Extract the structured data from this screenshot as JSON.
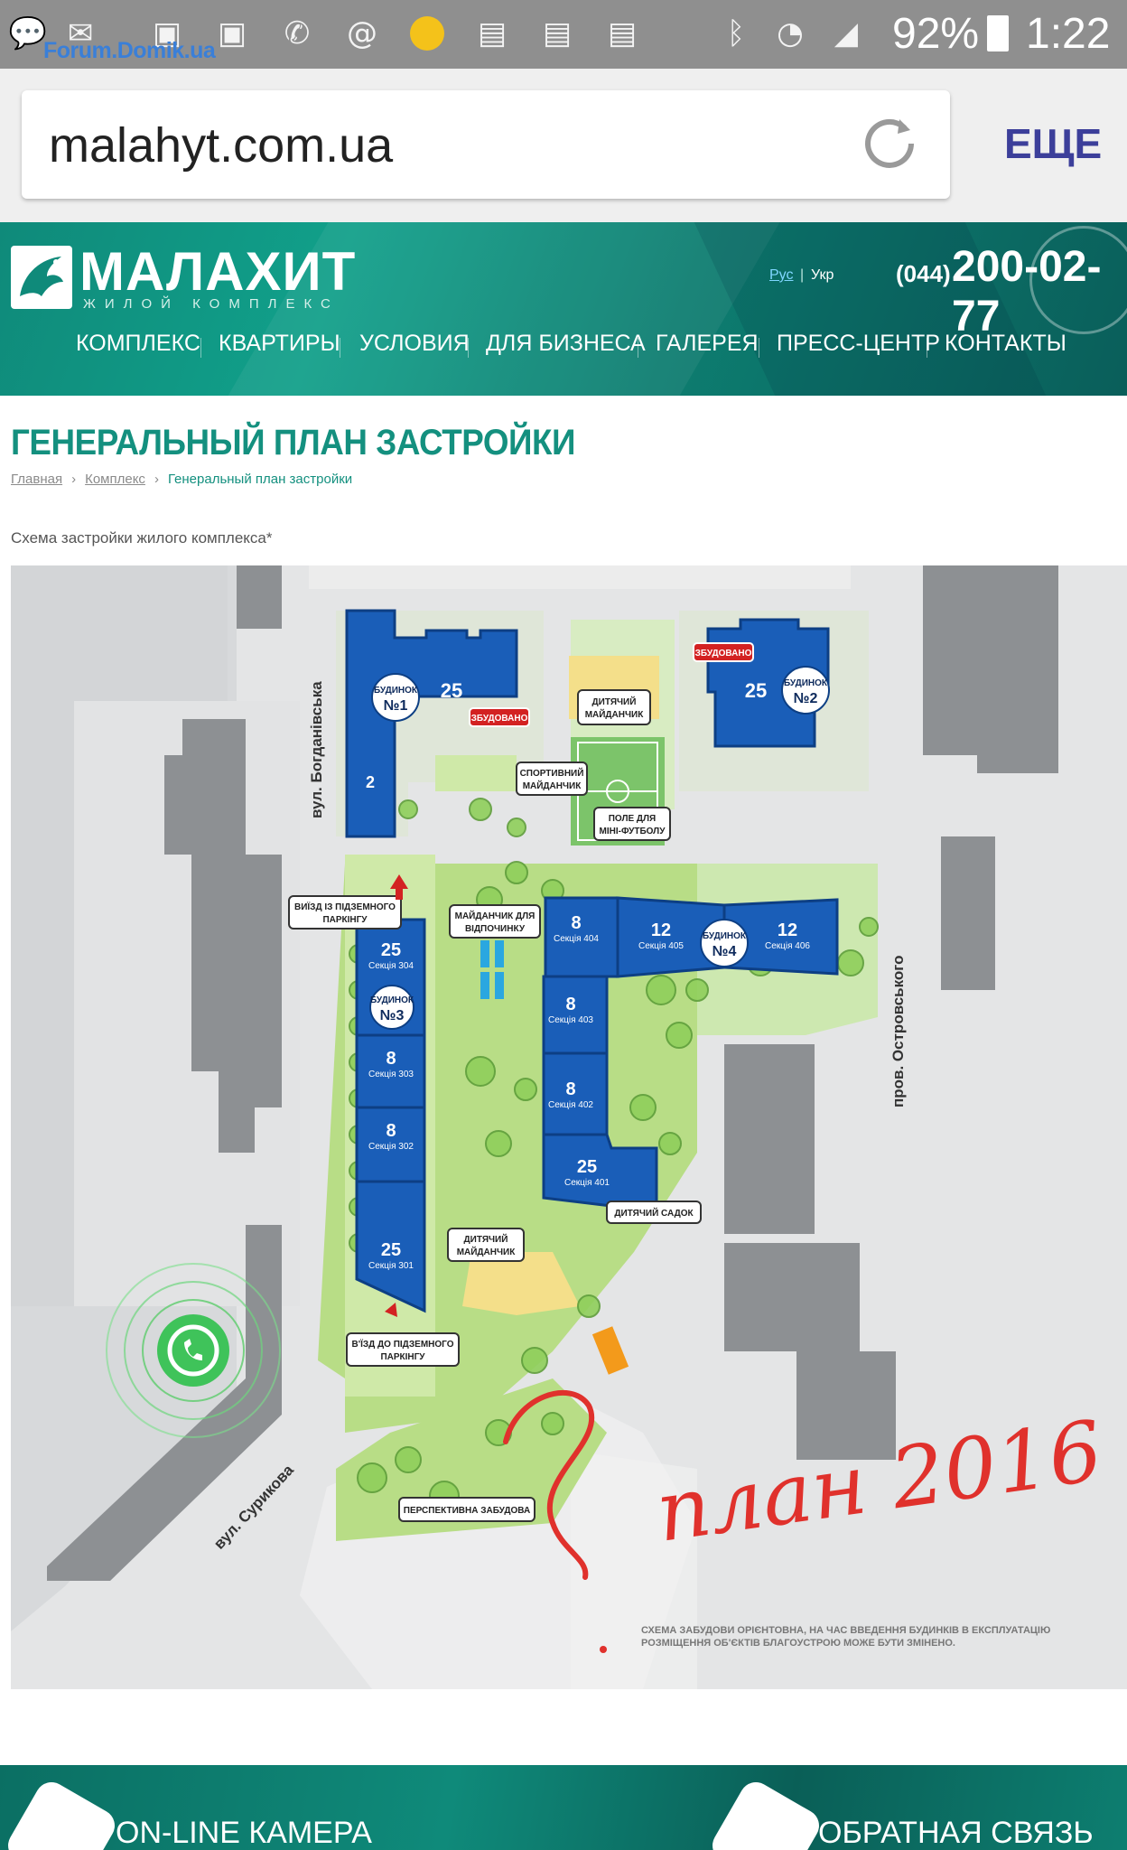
{
  "status_bar": {
    "watermark": "Forum.Domik.ua",
    "battery": "92%",
    "time": "1:22",
    "icons": [
      "chat-icon",
      "mail-icon",
      "image-icon",
      "image-icon",
      "viber-icon",
      "at-icon",
      "weather-icon",
      "screenshot-icon",
      "screenshot-icon",
      "screenshot-icon",
      "bluetooth-icon",
      "wifi-icon",
      "signal-icon",
      "battery-icon"
    ]
  },
  "browser": {
    "url": "malahyt.com.ua",
    "more_label": "ЕЩЕ"
  },
  "header": {
    "logo_title": "МАЛАХИТ",
    "logo_subtitle": "ЖИЛОЙ КОМПЛЕКС",
    "lang_ru": "Рус",
    "lang_sep": "|",
    "lang_ua": "Укр",
    "phone_code": "(044)",
    "phone_number": "200-02-77",
    "nav": [
      "КОМПЛЕКС",
      "КВАРТИРЫ",
      "УСЛОВИЯ",
      "ДЛЯ БИЗНЕСА",
      "ГАЛЕРЕЯ",
      "ПРЕСС-ЦЕНТР",
      "КОНТАКТЫ"
    ]
  },
  "page": {
    "title": "ГЕНЕРАЛЬНЫЙ ПЛАН ЗАСТРОЙКИ",
    "breadcrumb": [
      "Главная",
      "Комплекс",
      "Генеральный план застройки"
    ],
    "breadcrumb_sep": "›",
    "caption": "Схема застройки жилого комплекса*"
  },
  "map": {
    "street_bogdanivska": "вул. Богданівська",
    "street_ostrovskogo": "пров. Островського",
    "street_surikova": "вул. Сурикова",
    "handwritten": "план 2016",
    "handwritten_q": "?",
    "disclaimer_1": "СХЕМА ЗАБУДОВИ ОРІЄНТОВНА, НА ЧАС ВВЕДЕННЯ БУДИНКІВ В ЕКСПЛУАТАЦІЮ",
    "disclaimer_2": "РОЗМІЩЕННЯ ОБ'ЄКТІВ БЛАГОУСТРОЮ МОЖЕ БУТИ ЗМІНЕНО.",
    "labels": {
      "built1": "ЗБУДОВАНО",
      "built2": "ЗБУДОВАНО",
      "kids1_a": "ДИТЯЧИЙ",
      "kids1_b": "МАЙДАНЧИК",
      "sport_a": "СПОРТИВНИЙ",
      "sport_b": "МАЙДАНЧИК",
      "football_a": "ПОЛЕ ДЛЯ",
      "football_b": "МІНІ-ФУТБОЛУ",
      "exit_a": "ВИЇЗД ІЗ ПІДЗЕМНОГО",
      "exit_b": "ПАРКІНГУ",
      "rest_a": "МАЙДАНЧИК ДЛЯ",
      "rest_b": "ВІДПОЧИНКУ",
      "kindergarten": "ДИТЯЧИЙ САДОК",
      "kids2_a": "ДИТЯЧИЙ",
      "kids2_b": "МАЙДАНЧИК",
      "entry_a": "В'ЇЗД ДО ПІДЗЕМНОГО",
      "entry_b": "ПАРКІНГУ",
      "future": "ПЕРСПЕКТИВНА ЗАБУДОВА"
    },
    "house_label": "БУДИНОК",
    "houses": [
      {
        "no": "№1",
        "floors": "25",
        "floors2": "2"
      },
      {
        "no": "№2",
        "floors": "25"
      },
      {
        "no": "№3"
      },
      {
        "no": "№4"
      }
    ],
    "sections": [
      {
        "floors": "25",
        "name": "Секція 304"
      },
      {
        "floors": "8",
        "name": "Секція 303"
      },
      {
        "floors": "8",
        "name": "Секція 302"
      },
      {
        "floors": "25",
        "name": "Секція 301"
      },
      {
        "floors": "8",
        "name": "Секція 404"
      },
      {
        "floors": "12",
        "name": "Секція 405"
      },
      {
        "floors": "12",
        "name": "Секція 406"
      },
      {
        "floors": "8",
        "name": "Секція 403"
      },
      {
        "floors": "8",
        "name": "Секція 402"
      },
      {
        "floors": "25",
        "name": "Секція 401"
      }
    ]
  },
  "footer": {
    "camera_label": "ON-LINE КАМЕРА",
    "feedback_label": "ОБРАТНАЯ СВЯЗЬ"
  }
}
